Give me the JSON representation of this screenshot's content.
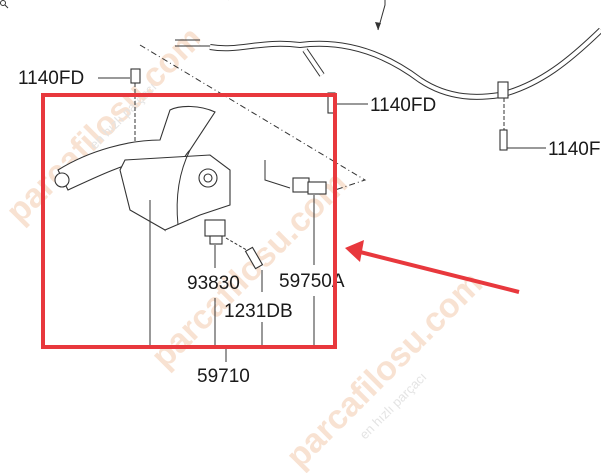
{
  "labels": {
    "bolt_left": "1140FD",
    "bolt_middle": "1140FD",
    "bolt_right": "1140F",
    "bracket": "93830",
    "switch": "59750A",
    "screw": "1231DB",
    "lever_assembly": "59710"
  },
  "watermark": {
    "brand": "parcafilosu.com",
    "tagline": "en hızlı parçacı"
  },
  "highlight": {
    "color": "#e8383d"
  }
}
